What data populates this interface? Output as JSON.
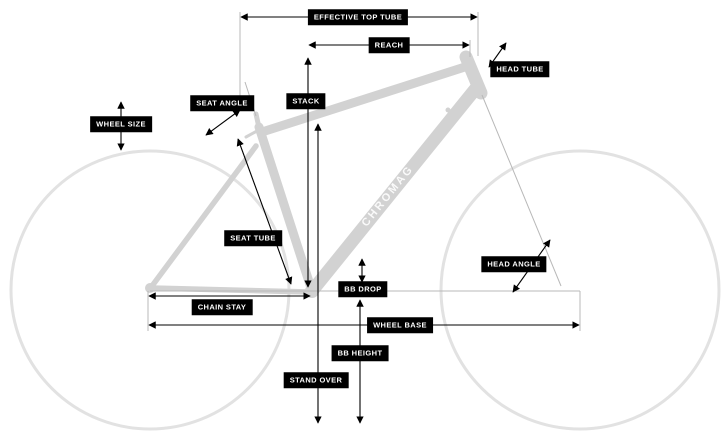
{
  "diagram": {
    "brand": "CHROMAG",
    "labels": {
      "effective_top_tube": "EFFECTIVE TOP TUBE",
      "reach": "REACH",
      "head_tube": "HEAD TUBE",
      "seat_angle": "SEAT ANGLE",
      "stack": "STACK",
      "wheel_size": "WHEEL SIZE",
      "seat_tube": "SEAT TUBE",
      "head_angle": "HEAD ANGLE",
      "bb_drop": "BB DROP",
      "chain_stay": "CHAIN STAY",
      "wheel_base": "WHEEL BASE",
      "bb_height": "BB HEIGHT",
      "stand_over": "STAND OVER"
    },
    "colors": {
      "label_bg": "#000000",
      "label_text": "#ffffff",
      "frame": "#d2d2d2",
      "wheel_outline": "#e2e2e2",
      "arrow": "#000000",
      "extension_line": "#b8b8b8"
    }
  }
}
